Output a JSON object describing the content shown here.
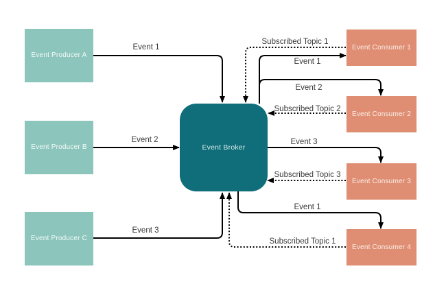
{
  "diagram": {
    "producers": [
      {
        "label": "Event Producer A"
      },
      {
        "label": "Event Producer B"
      },
      {
        "label": "Event Producer C"
      }
    ],
    "broker": {
      "label": "Event Broker"
    },
    "consumers": [
      {
        "label": "Event Consumer 1"
      },
      {
        "label": "Event Consumer 2"
      },
      {
        "label": "Event Consumer 3"
      },
      {
        "label": "Event Consumer 4"
      }
    ],
    "edges": [
      {
        "from": "Event Producer A",
        "to": "Event Broker",
        "label": "Event 1",
        "style": "solid"
      },
      {
        "from": "Event Producer B",
        "to": "Event Broker",
        "label": "Event 2",
        "style": "solid"
      },
      {
        "from": "Event Producer C",
        "to": "Event Broker",
        "label": "Event 3",
        "style": "solid"
      },
      {
        "from": "Event Broker",
        "to": "Event Consumer 1",
        "label": "Event 1",
        "style": "solid"
      },
      {
        "from": "Event Broker",
        "to": "Event Consumer 2",
        "label": "Event 2",
        "style": "solid"
      },
      {
        "from": "Event Broker",
        "to": "Event Consumer 3",
        "label": "Event 3",
        "style": "solid"
      },
      {
        "from": "Event Broker",
        "to": "Event Consumer 4",
        "label": "Event 1",
        "style": "solid"
      },
      {
        "from": "Event Consumer 1",
        "to": "Event Broker",
        "label": "Subscribed Topic 1",
        "style": "dotted"
      },
      {
        "from": "Event Consumer 2",
        "to": "Event Broker",
        "label": "Subscribed Topic 2",
        "style": "dotted"
      },
      {
        "from": "Event Consumer 3",
        "to": "Event Broker",
        "label": "Subscribed Topic 3",
        "style": "dotted"
      },
      {
        "from": "Event Consumer 4",
        "to": "Event Broker",
        "label": "Subscribed Topic 1",
        "style": "dotted"
      }
    ]
  },
  "colors": {
    "producer-fill": "#8cc5bc",
    "broker-fill": "#0f6e79",
    "consumer-fill": "#df8e73",
    "line": "#000000",
    "label-text": "#3a3a3a",
    "background": "#ffffff"
  }
}
